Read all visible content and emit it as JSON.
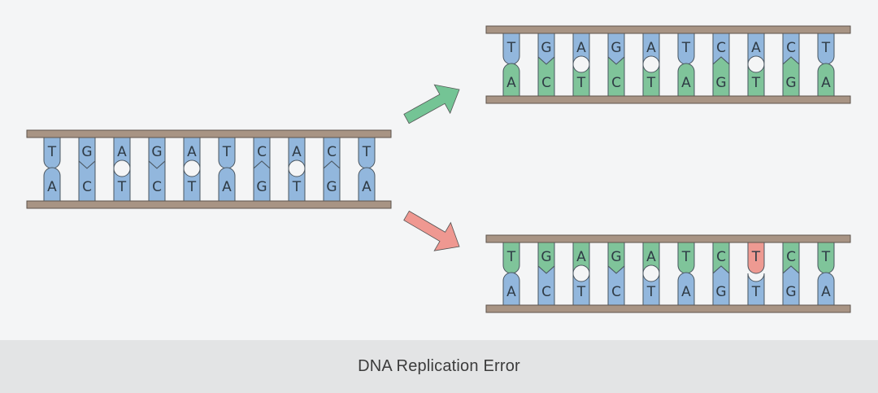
{
  "caption": "DNA Replication Error",
  "colors": {
    "background": "#f4f5f6",
    "caption_bar": "#e3e4e5",
    "backbone": "#a89484",
    "backbone_stroke": "#5e544c",
    "base_blue": "#92b7dd",
    "base_green": "#7fc49a",
    "base_red": "#ee9a92",
    "base_stroke": "#4a5660",
    "arrow_success": "#74c495",
    "arrow_error": "#ef9891"
  },
  "strands": [
    {
      "id": "original",
      "pairs": [
        {
          "top": "T",
          "bottom": "A",
          "top_color": "blue",
          "bottom_color": "blue"
        },
        {
          "top": "G",
          "bottom": "C",
          "top_color": "blue",
          "bottom_color": "blue"
        },
        {
          "top": "A",
          "bottom": "T",
          "top_color": "blue",
          "bottom_color": "blue"
        },
        {
          "top": "G",
          "bottom": "C",
          "top_color": "blue",
          "bottom_color": "blue"
        },
        {
          "top": "A",
          "bottom": "T",
          "top_color": "blue",
          "bottom_color": "blue"
        },
        {
          "top": "T",
          "bottom": "A",
          "top_color": "blue",
          "bottom_color": "blue"
        },
        {
          "top": "C",
          "bottom": "G",
          "top_color": "blue",
          "bottom_color": "blue"
        },
        {
          "top": "A",
          "bottom": "T",
          "top_color": "blue",
          "bottom_color": "blue"
        },
        {
          "top": "C",
          "bottom": "G",
          "top_color": "blue",
          "bottom_color": "blue"
        },
        {
          "top": "T",
          "bottom": "A",
          "top_color": "blue",
          "bottom_color": "blue"
        }
      ]
    },
    {
      "id": "correct-copy",
      "pairs": [
        {
          "top": "T",
          "bottom": "A",
          "top_color": "blue",
          "bottom_color": "green"
        },
        {
          "top": "G",
          "bottom": "C",
          "top_color": "blue",
          "bottom_color": "green"
        },
        {
          "top": "A",
          "bottom": "T",
          "top_color": "blue",
          "bottom_color": "green"
        },
        {
          "top": "G",
          "bottom": "C",
          "top_color": "blue",
          "bottom_color": "green"
        },
        {
          "top": "A",
          "bottom": "T",
          "top_color": "blue",
          "bottom_color": "green"
        },
        {
          "top": "T",
          "bottom": "A",
          "top_color": "blue",
          "bottom_color": "green"
        },
        {
          "top": "C",
          "bottom": "G",
          "top_color": "blue",
          "bottom_color": "green"
        },
        {
          "top": "A",
          "bottom": "T",
          "top_color": "blue",
          "bottom_color": "green"
        },
        {
          "top": "C",
          "bottom": "G",
          "top_color": "blue",
          "bottom_color": "green"
        },
        {
          "top": "T",
          "bottom": "A",
          "top_color": "blue",
          "bottom_color": "green"
        }
      ]
    },
    {
      "id": "error-copy",
      "pairs": [
        {
          "top": "T",
          "bottom": "A",
          "top_color": "green",
          "bottom_color": "blue"
        },
        {
          "top": "G",
          "bottom": "C",
          "top_color": "green",
          "bottom_color": "blue"
        },
        {
          "top": "A",
          "bottom": "T",
          "top_color": "green",
          "bottom_color": "blue"
        },
        {
          "top": "G",
          "bottom": "C",
          "top_color": "green",
          "bottom_color": "blue"
        },
        {
          "top": "A",
          "bottom": "T",
          "top_color": "green",
          "bottom_color": "blue"
        },
        {
          "top": "T",
          "bottom": "A",
          "top_color": "green",
          "bottom_color": "blue"
        },
        {
          "top": "C",
          "bottom": "G",
          "top_color": "green",
          "bottom_color": "blue"
        },
        {
          "top": "T",
          "bottom": "T",
          "top_color": "red",
          "bottom_color": "blue"
        },
        {
          "top": "C",
          "bottom": "G",
          "top_color": "green",
          "bottom_color": "blue"
        },
        {
          "top": "T",
          "bottom": "A",
          "top_color": "green",
          "bottom_color": "blue"
        }
      ]
    }
  ],
  "arrows": [
    {
      "id": "arrow-to-correct-copy",
      "color": "success"
    },
    {
      "id": "arrow-to-error-copy",
      "color": "error"
    }
  ]
}
